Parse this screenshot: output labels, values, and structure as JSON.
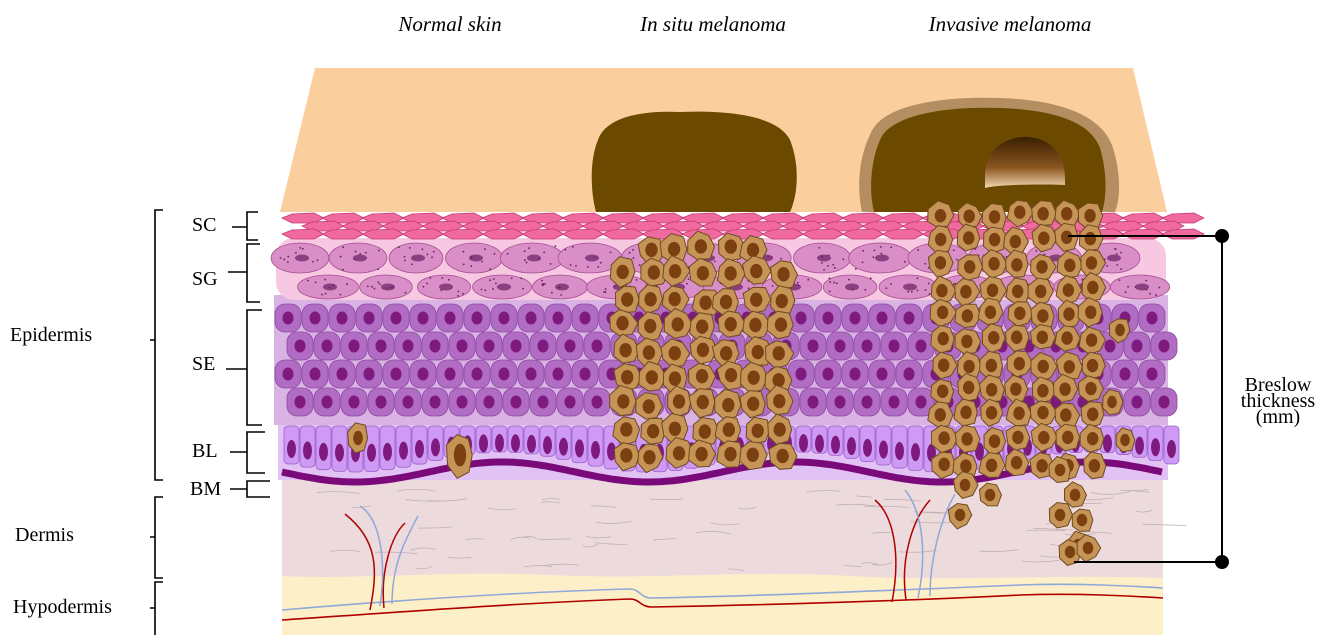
{
  "columns": {
    "normal": "Normal skin",
    "in_situ": "In situ melanoma",
    "invasive": "Invasive melanoma"
  },
  "regions": {
    "epidermis": "Epidermis",
    "dermis": "Dermis",
    "hypodermis": "Hypodermis"
  },
  "layers": {
    "sc": "SC",
    "sg": "SG",
    "se": "SE",
    "bl": "BL",
    "bm": "BM"
  },
  "breslow": {
    "line1": "Breslow",
    "line2": "thickness",
    "line3": "(mm)"
  },
  "colors": {
    "skin_surface": "#fbcf9d",
    "lesion": "#6b4a00",
    "corneum": "#f06aa0",
    "granulosum": "#e79acb",
    "spinosum": "#b16cc4",
    "basal": "#cf9af5",
    "basement_membrane": "#7a0a7a",
    "dermis": "#ecdadd",
    "hypodermis": "#fdf0c8",
    "melanocyte": "#c79457",
    "melanocyte_nucleus": "#7a4010",
    "artery": "#b00000",
    "vein": "#8fa8d8"
  }
}
